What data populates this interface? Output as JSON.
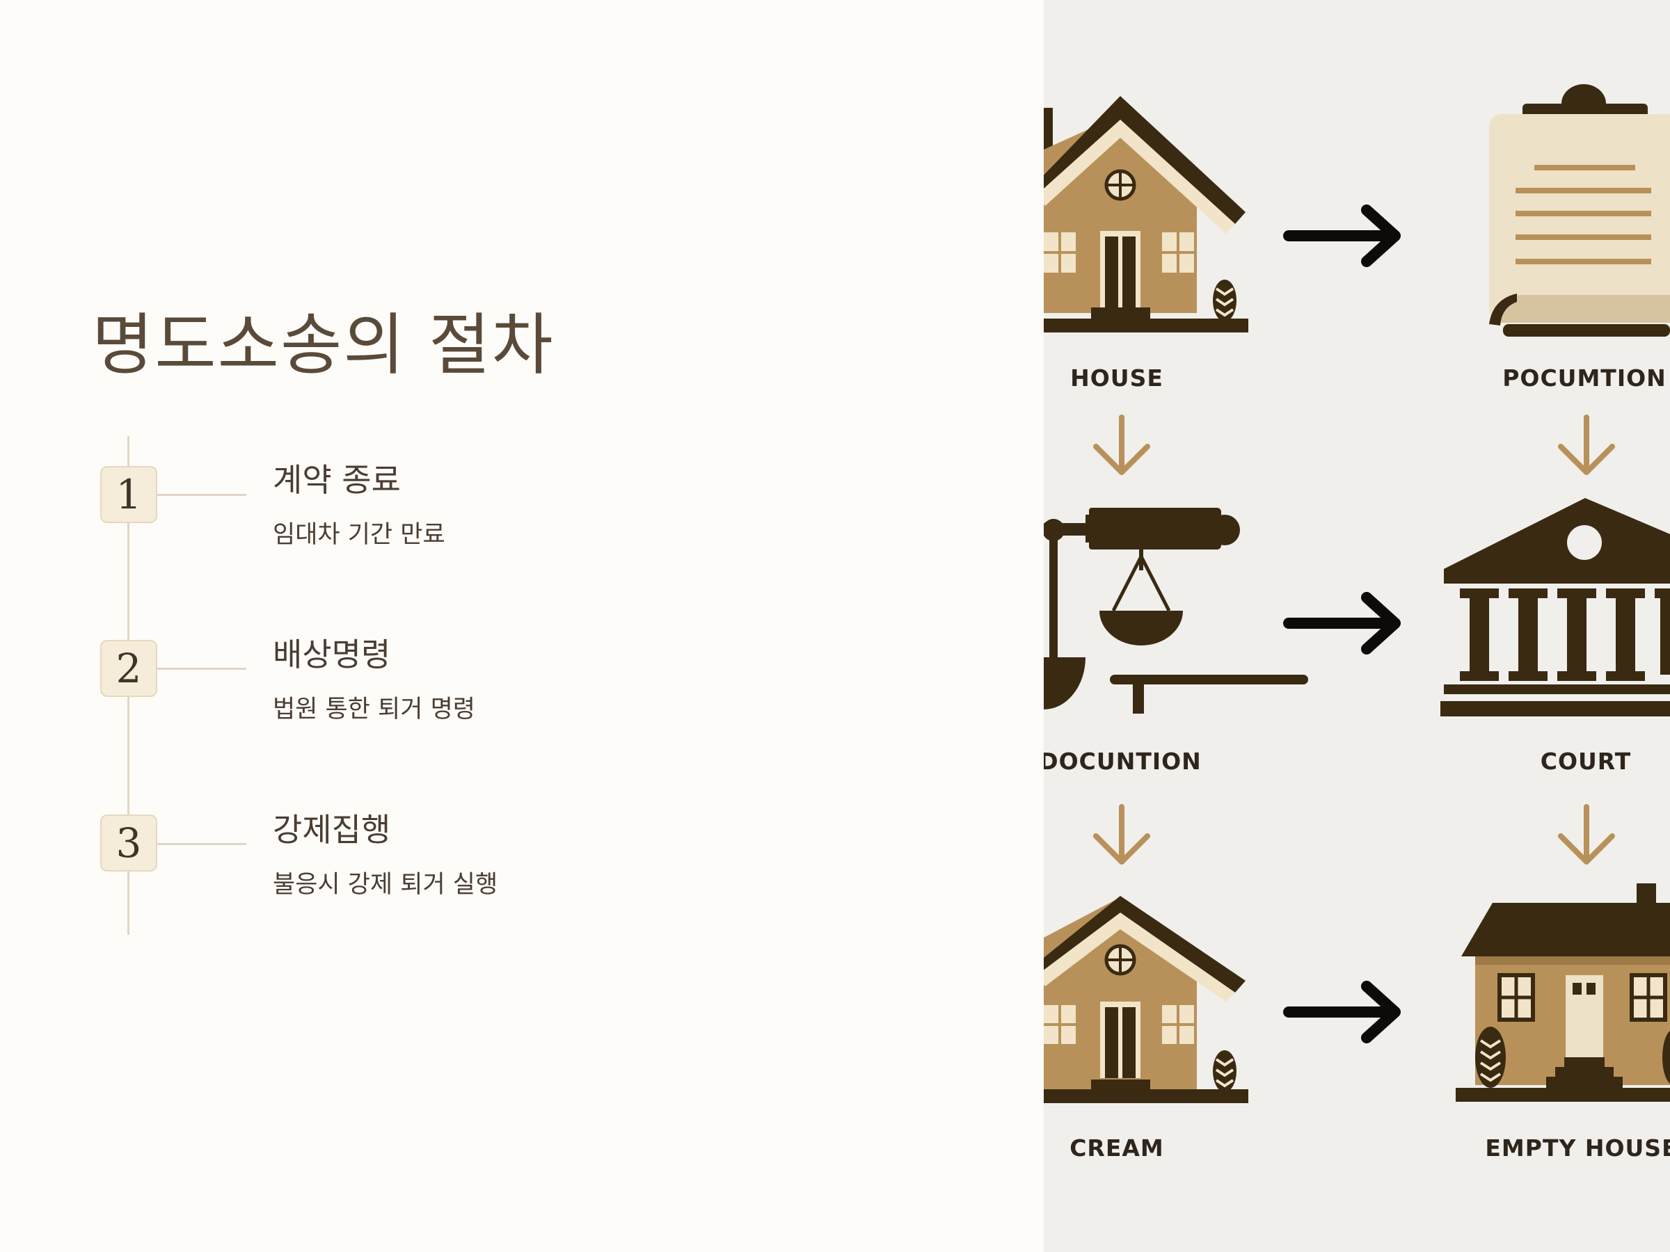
{
  "slide": {
    "title": "명도소송의 절차"
  },
  "steps": [
    {
      "number": "1",
      "title": "계약 종료",
      "description": "임대차 기간 만료"
    },
    {
      "number": "2",
      "title": "배상명령",
      "description": "법원 통한 퇴거 명령"
    },
    {
      "number": "3",
      "title": "강제집행",
      "description": "불응시 강제 퇴거 실행"
    }
  ],
  "illustration": {
    "labels": {
      "house": "HOUSE",
      "document": "POCUMTION",
      "scales": "DOCUNTION",
      "court": "COURT",
      "house2": "CREAM",
      "empty_house": "EMPTY HOUSE"
    }
  },
  "colors": {
    "accent_brown": "#3a2a12",
    "tan": "#b8915a",
    "badge_fill": "#f5ecd9",
    "timeline": "#e2d6c2",
    "text": "#4a3d32"
  }
}
